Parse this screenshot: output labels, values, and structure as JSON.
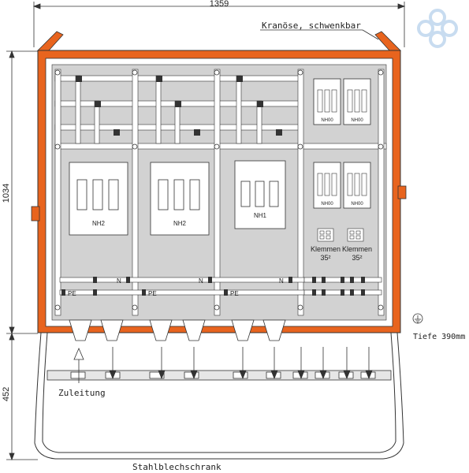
{
  "dimensions": {
    "width_label": "1359",
    "height_upper_label": "1034",
    "height_lower_label": "452"
  },
  "annotations": {
    "crane_eye": "Kranöse, schwenkbar",
    "depth": "Tiefe 390mm",
    "supply": "Zuleitung",
    "cabinet": "Stahlblechschrank"
  },
  "fuses": {
    "large": [
      "NH2",
      "NH2",
      "NH1"
    ],
    "small": [
      "NH00",
      "NH00",
      "NH00",
      "NH00"
    ]
  },
  "terminals": [
    "Klemmen",
    "Klemmen"
  ],
  "terminal_size": [
    "35²",
    "35²"
  ],
  "rail_labels": {
    "pe": [
      "PE",
      "PE",
      "PE"
    ],
    "n": [
      "N",
      "N",
      "N"
    ]
  },
  "colors": {
    "frame": "#e8641e",
    "panel": "#d2d2d2",
    "line": "#333333",
    "watermark": "#c8dcf0"
  },
  "icons": [
    "earth-ground-icon",
    "watermark-logo-icon"
  ]
}
